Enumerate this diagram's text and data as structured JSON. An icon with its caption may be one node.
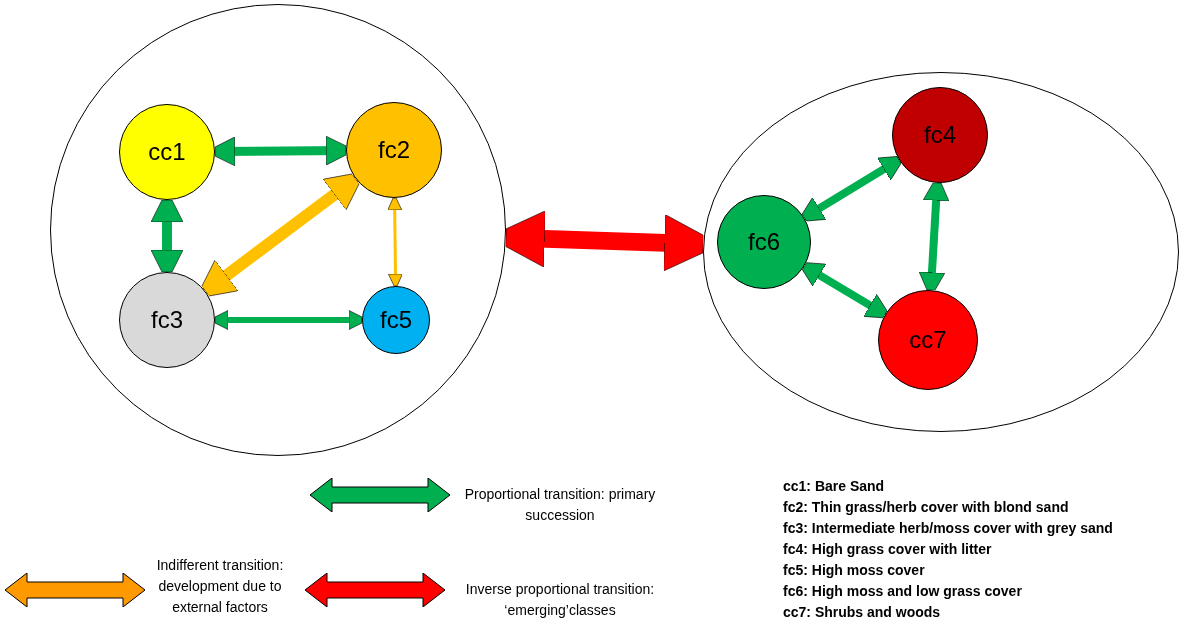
{
  "diagram": {
    "nodes": [
      {
        "text": [],
        "shape": "circle"
      },
      {
        "text": [
          "cc1"
        ],
        "in": 0
      },
      {
        "text": [
          "fc2"
        ],
        "in": 0
      },
      {
        "text": [
          "fc3"
        ],
        "in": 0
      },
      {
        "text": [
          "fc5"
        ],
        "in": 0
      },
      {
        "text": [],
        "shape": "circle"
      },
      {
        "text": [
          "fc4"
        ],
        "in": 5
      },
      {
        "text": [
          "fc6"
        ],
        "in": 5
      },
      {
        "text": [
          "cc7"
        ],
        "in": 5
      }
    ],
    "edges": [
      {
        "from": 1,
        "to": 2,
        "arrow": "both"
      },
      {
        "from": 1,
        "to": 3,
        "arrow": "both"
      },
      {
        "from": 2,
        "to": 3,
        "arrow": "both",
        "color": "#ffc000"
      },
      {
        "from": 2,
        "to": 4,
        "arrow": "both",
        "color": "#ffc000"
      },
      {
        "from": 3,
        "to": 4,
        "arrow": "both"
      },
      {
        "from": 0,
        "to": 5,
        "arrow": "both",
        "style": "thick",
        "color": "#ff0000"
      },
      {
        "from": 7,
        "to": 6,
        "arrow": "both"
      },
      {
        "from": 6,
        "to": 8,
        "arrow": "both"
      },
      {
        "from": 7,
        "to": 8,
        "arrow": "both"
      }
    ],
    "labels": [
      "cc1: Bare Sand",
      "fc2: Thin grass/herb cover with blond sand",
      "fc3: Intermediate herb/moss cover with grey sand",
      "fc4: High grass cover with litter",
      "fc5: High moss cover",
      "fc6: High moss and low grass cover",
      "cc7: Shrubs and woods"
    ],
    "legend": [
      {
        "text": "Proportional transition: primary succession",
        "color": "#00b050"
      },
      {
        "text": "Indifferent transition: development due to external factors",
        "color": "#ff9900"
      },
      {
        "text": "Inverse proportional transition: ‘emerging’classes",
        "color": "#ff0000"
      }
    ]
  }
}
